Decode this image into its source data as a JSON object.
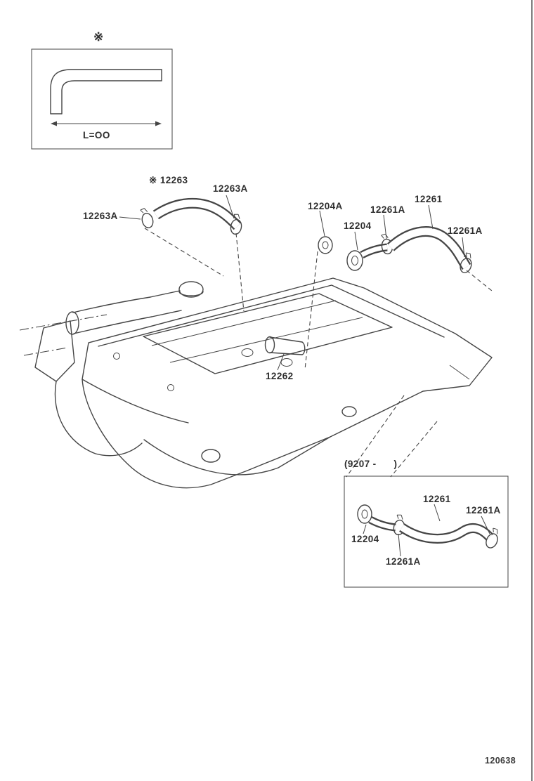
{
  "diagram": {
    "number": "120638",
    "legend": {
      "symbol": "※",
      "length": "L=OO"
    },
    "callouts": {
      "c12263": "※ 12263",
      "c12263a_right": "12263A",
      "c12263a_left": "12263A",
      "c12204a": "12204A",
      "c12261a_top": "12261A",
      "c12261": "12261",
      "c12204": "12204",
      "c12261a_right": "12261A",
      "c12262": "12262"
    },
    "inset": {
      "caption": "(9207 -      )",
      "c12261": "12261",
      "c12261a_right": "12261A",
      "c12204": "12204",
      "c12261a_bottom": "12261A"
    }
  }
}
